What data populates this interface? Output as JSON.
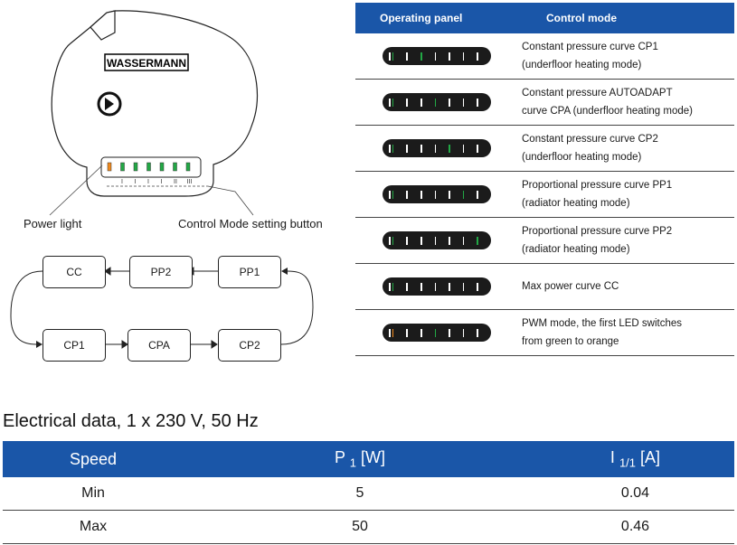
{
  "diagram": {
    "brand": "WASSERMANN",
    "power_light_label": "Power light",
    "control_button_label": "Control Mode setting button",
    "pump_leds": [
      "orange",
      "green",
      "green",
      "green",
      "green",
      "green",
      "green"
    ],
    "mode_marks": [
      "I",
      "I",
      "I",
      "I",
      "I",
      "II",
      "III"
    ]
  },
  "flow": {
    "top": [
      "CC",
      "PP2",
      "PP1"
    ],
    "bottom": [
      "CP1",
      "CPA",
      "CP2"
    ]
  },
  "mode_table": {
    "headers": [
      "Operating panel",
      "Control mode"
    ],
    "rows": [
      {
        "leds": [
          "w",
          "g",
          "w",
          "g",
          "w",
          "w",
          "w",
          "w"
        ],
        "text": "Constant pressure curve CP1\n(underfloor heating mode)"
      },
      {
        "leds": [
          "w",
          "g",
          "w",
          "w",
          "g",
          "w",
          "w",
          "w"
        ],
        "text": "Constant pressure AUTOADAPT\ncurve CPA (underfloor heating mode)"
      },
      {
        "leds": [
          "w",
          "g",
          "w",
          "w",
          "w",
          "g",
          "w",
          "w"
        ],
        "text": "Constant pressure curve CP2\n(underfloor heating mode)"
      },
      {
        "leds": [
          "w",
          "g",
          "w",
          "w",
          "w",
          "w",
          "g",
          "w"
        ],
        "text": "Proportional pressure curve PP1\n(radiator heating mode)"
      },
      {
        "leds": [
          "w",
          "g",
          "w",
          "w",
          "w",
          "w",
          "w",
          "g"
        ],
        "text": "Proportional pressure curve PP2\n(radiator heating mode)"
      },
      {
        "leds": [
          "w",
          "g",
          "w",
          "w",
          "w",
          "w",
          "w",
          "w"
        ],
        "text": "Max power curve CC"
      },
      {
        "leds": [
          "w",
          "o",
          "w",
          "w",
          "g",
          "w",
          "w",
          "w"
        ],
        "text": "PWM mode, the first LED switches\nfrom green to orange"
      }
    ]
  },
  "electrical": {
    "title": "Electrical data, 1 x 230 V, 50 Hz",
    "headers": {
      "speed": "Speed",
      "p": "P",
      "p_sub": "1",
      "p_unit": "[W]",
      "i": "I",
      "i_sub": "1/1",
      "i_unit": "[A]"
    },
    "rows": [
      {
        "speed": "Min",
        "p": "5",
        "i": "0.04"
      },
      {
        "speed": "Max",
        "p": "50",
        "i": "0.46"
      }
    ],
    "colors": {
      "header_bg": "#1a56a8"
    }
  }
}
